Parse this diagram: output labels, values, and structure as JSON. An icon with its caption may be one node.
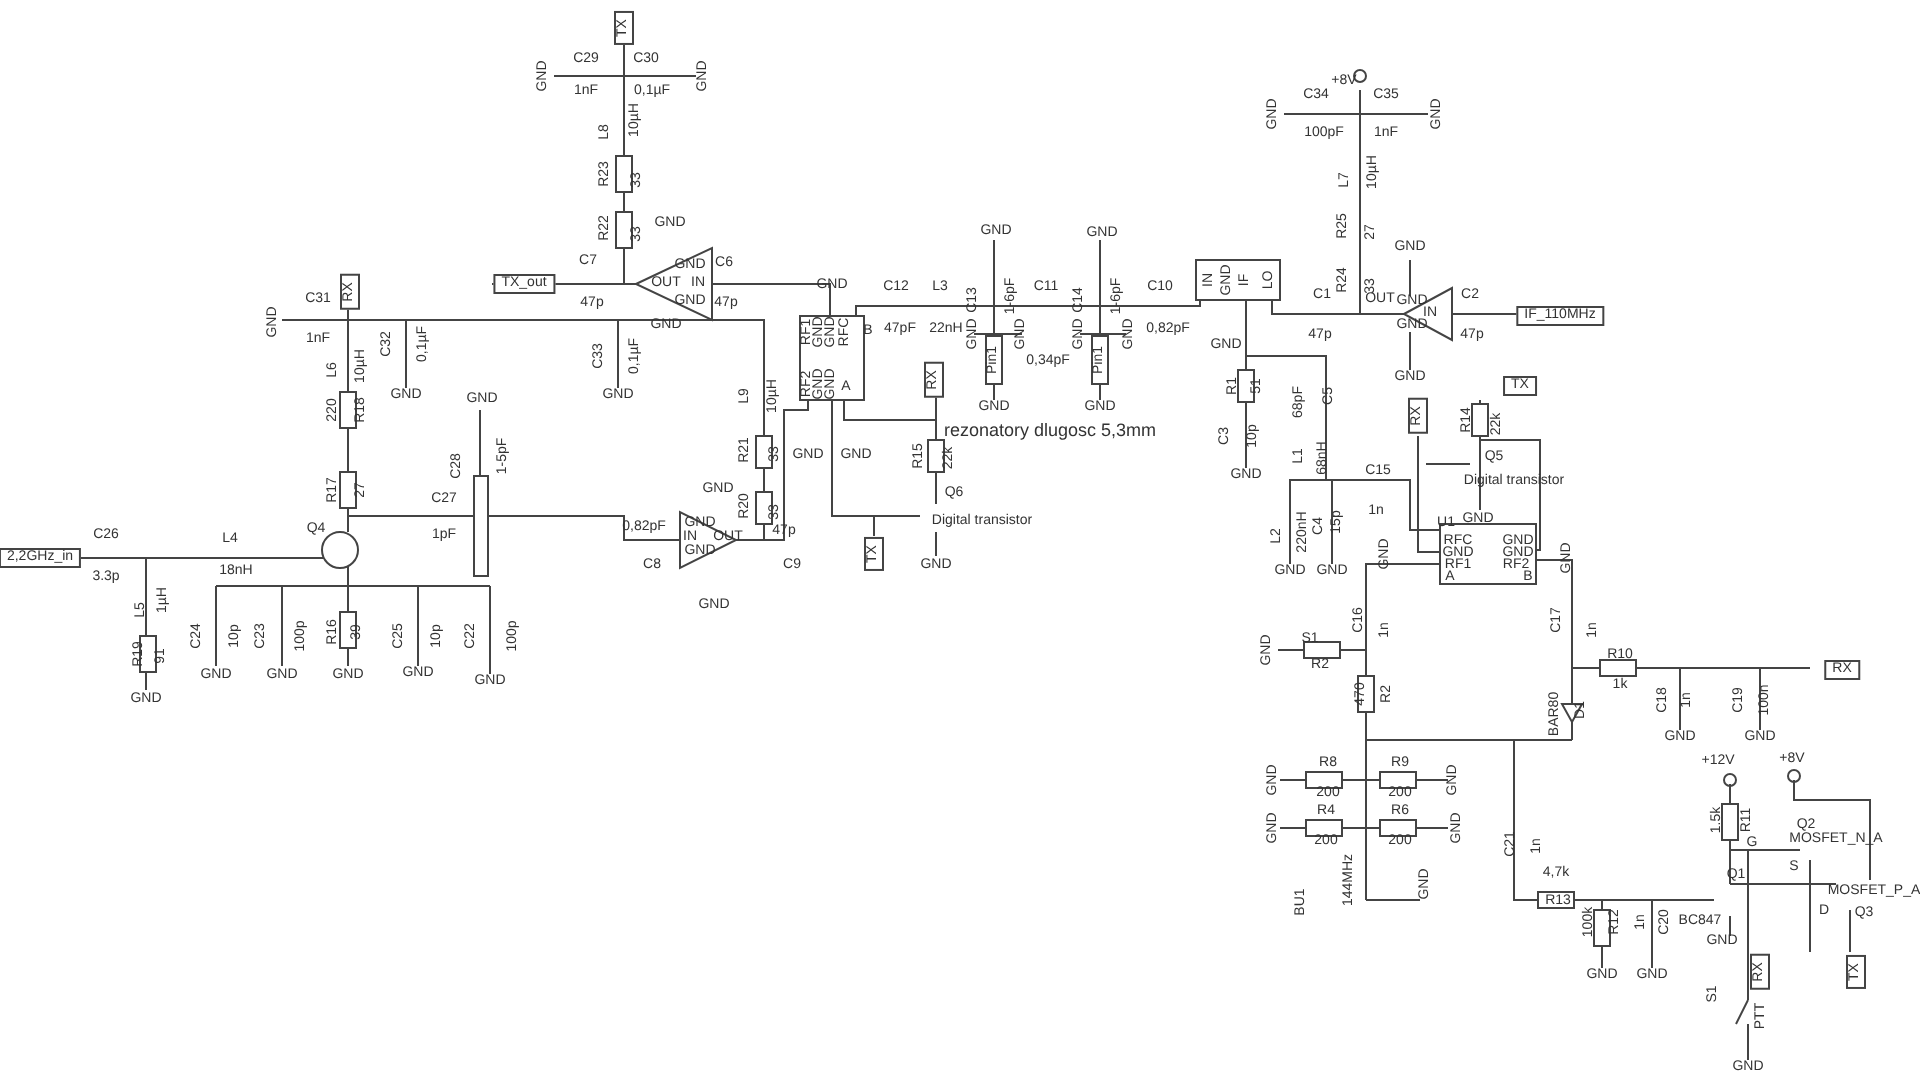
{
  "diagram": {
    "labels": [
      "TX",
      "C29",
      "1nF",
      "GND",
      "C30",
      "0,1µF",
      "GND",
      "L8",
      "10µH",
      "R23",
      "33",
      "R22",
      "33",
      "TX_out",
      "C7",
      "47p",
      "GND",
      "GND",
      "OUT",
      "IN",
      "GND",
      "GND",
      "C6",
      "47p",
      "GND",
      "RF1",
      "GND",
      "GND",
      "RFC",
      "B",
      "RF2",
      "GND",
      "GND",
      "A",
      "C31",
      "1nF",
      "GND",
      "RX",
      "C32",
      "0,1µF",
      "GND",
      "C33",
      "0,1µF",
      "GND",
      "C12",
      "47pF",
      "L3",
      "22nH",
      "GND",
      "C13",
      "1-6pF",
      "C11",
      "0,34pF",
      "GND",
      "C14",
      "1-6pF",
      "C10",
      "0,82pF",
      "GND",
      "GND",
      "GND",
      "GND",
      "Pin1",
      "Pin1",
      "GND",
      "GND",
      "IN",
      "GND",
      "IF",
      "LO",
      "GND",
      "+8V",
      "C34",
      "100pF",
      "GND",
      "C35",
      "1nF",
      "GND",
      "L7",
      "10µH",
      "R25",
      "27",
      "R24",
      "33",
      "C1",
      "47p",
      "OUT",
      "GND",
      "GND",
      "IN",
      "GND",
      "GND",
      "C2",
      "47p",
      "IF_110MHz",
      "L6",
      "10µH",
      "220",
      "R18",
      "GND",
      "C28",
      "1-5pF",
      "R17",
      "27",
      "C27",
      "1pF",
      "L9",
      "10µH",
      "R21",
      "33",
      "R20",
      "33",
      "GND",
      "GND",
      "rezonatory dlugosc 5,3mm",
      "RX",
      "R15",
      "22k",
      "Q6",
      "Digital transistor",
      "GND",
      "TX",
      "R1",
      "51",
      "C5",
      "68pF",
      "C3",
      "10p",
      "GND",
      "L1",
      "68nH",
      "C15",
      "1n",
      "TX",
      "RX",
      "R14",
      "22k",
      "Q5",
      "Digital transistor",
      "GND",
      "Q4",
      "0,82pF",
      "GND",
      "47p",
      "GND",
      "IN",
      "OUT",
      "GND",
      "GND",
      "C8",
      "C9",
      "L2",
      "220nH",
      "C4",
      "15p",
      "GND",
      "GND",
      "U1",
      "RFC",
      "GND",
      "RF1",
      "A",
      "GND",
      "GND",
      "RF2",
      "B",
      "GND",
      "GND",
      "2,2GHz_in",
      "C26",
      "3.3p",
      "L4",
      "18nH",
      "L5",
      "1µH",
      "R19",
      "91",
      "GND",
      "C24",
      "10p",
      "GND",
      "C23",
      "100p",
      "GND",
      "R16",
      "39",
      "GND",
      "C25",
      "10p",
      "GND",
      "C22",
      "100p",
      "GND",
      "C16",
      "1n",
      "C17",
      "1n",
      "GND",
      "S1",
      "R2",
      "470",
      "R2",
      "R10",
      "1k",
      "RX",
      "C18",
      "1n",
      "GND",
      "C19",
      "100n",
      "GND",
      "BAR80",
      "D1",
      "R8",
      "200",
      "GND",
      "R9",
      "200",
      "GND",
      "R4",
      "200",
      "GND",
      "R6",
      "200",
      "GND",
      "C21",
      "1n",
      "+12V",
      "1.5k",
      "R11",
      "+8V",
      "G",
      "Q2",
      "MOSFET_N_A",
      "S",
      "BU1",
      "144MHz",
      "GND",
      "4,7k",
      "R13",
      "Q1",
      "BC847",
      "GND",
      "MOSFET_P_A",
      "D",
      "Q3",
      "100k",
      "R12",
      "GND",
      "1n",
      "C20",
      "GND",
      "RX",
      "TX",
      "S1",
      "PTT",
      "GND"
    ]
  }
}
